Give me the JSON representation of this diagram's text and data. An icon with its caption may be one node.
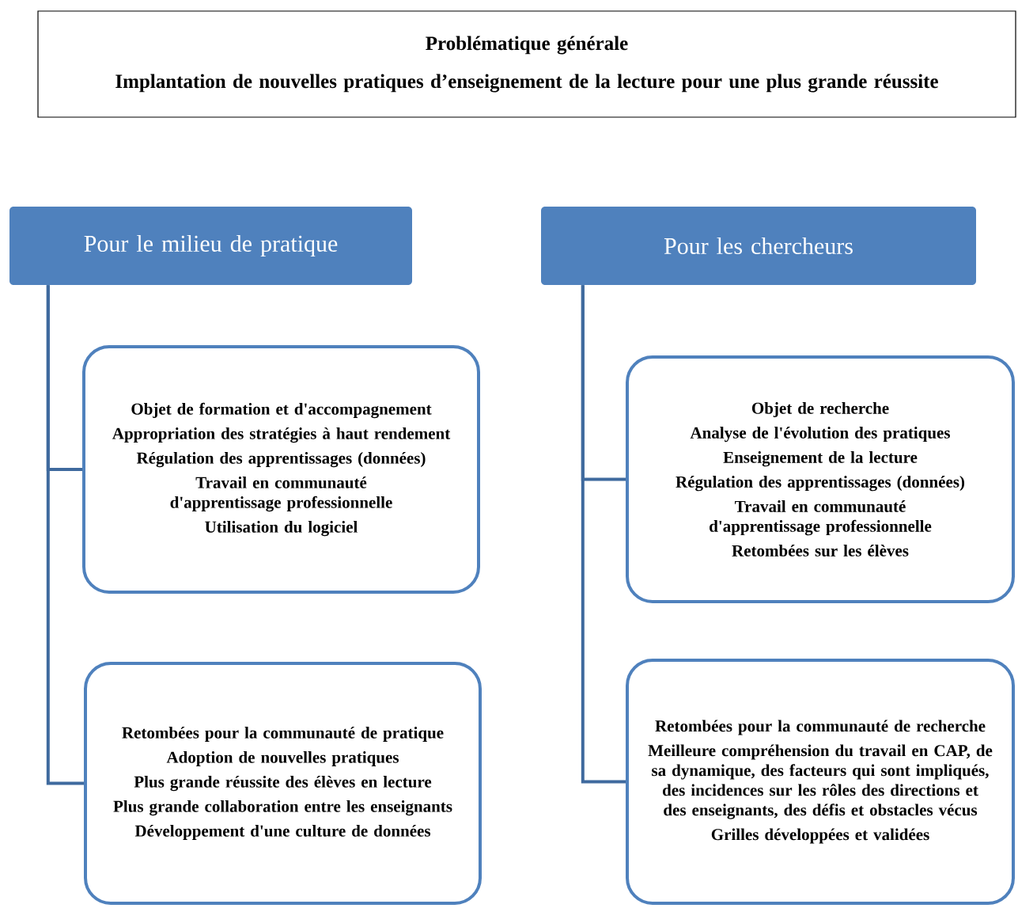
{
  "diagram": {
    "nodes": [
      {
        "text": [
          "Problématique générale",
          "Implantation de nouvelles pratiques d’enseignement de la lecture pour une plus grande réussite"
        ]
      },
      {
        "text": [
          "Pour le milieu de pratique"
        ]
      },
      {
        "text": [
          "Pour les chercheurs"
        ]
      },
      {
        "text": [
          "Objet de formation et d'accompagnement",
          "Appropriation des stratégies à haut rendement",
          "Régulation des apprentissages (données)",
          "Travail en communauté d'apprentissage professionnelle",
          "Utilisation du logiciel"
        ]
      },
      {
        "text": [
          "Retombées pour la communauté de pratique",
          "Adoption de nouvelles pratiques",
          "Plus grande réussite des élèves en lecture",
          "Plus grande collaboration entre les enseignants",
          "Développement d'une culture de données"
        ]
      },
      {
        "text": [
          "Objet de recherche",
          "Analyse de l'évolution des pratiques",
          "Enseignement de la lecture",
          "Régulation des apprentissages (données)",
          "Travail en communauté d'apprentissage professionnelle",
          "Retombées sur les élèves"
        ]
      },
      {
        "text": [
          "Retombées pour la communauté de recherche",
          "Meilleure compréhension du travail en CAP, de sa dynamique, des facteurs qui sont impliqués, des incidences sur les rôles des directions et des enseignants, des défis et obstacles vécus",
          "Grilles développées et validées"
        ]
      }
    ],
    "edges": [
      {
        "from": 1,
        "to": 3,
        "arrow": "none"
      },
      {
        "from": 1,
        "to": 4,
        "arrow": "none"
      },
      {
        "from": 2,
        "to": 5,
        "arrow": "none"
      },
      {
        "from": 2,
        "to": 6,
        "arrow": "none"
      }
    ]
  }
}
